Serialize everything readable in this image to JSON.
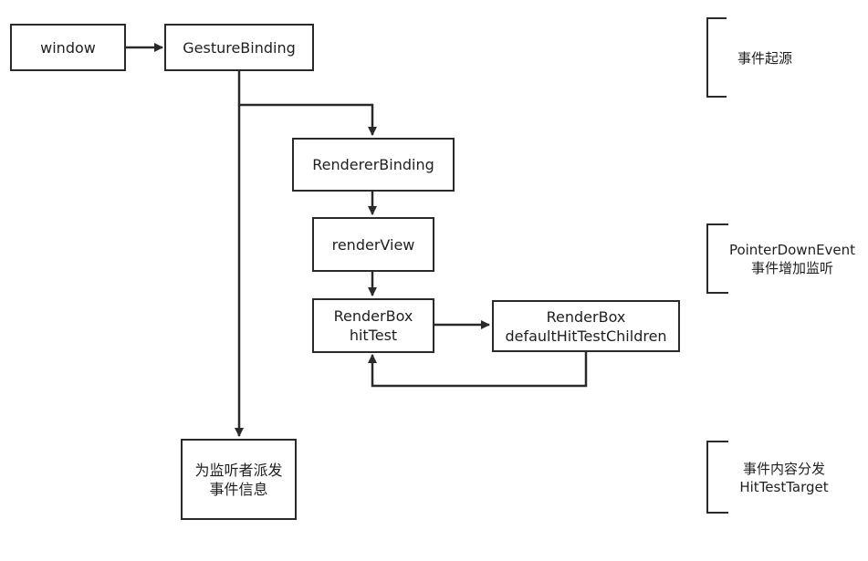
{
  "nodes": {
    "window": {
      "label": "window"
    },
    "gesture_binding": {
      "label": "GestureBinding"
    },
    "renderer_binding": {
      "label": "RendererBinding"
    },
    "render_view": {
      "label": "renderView"
    },
    "renderbox_hittest": {
      "line1": "RenderBox",
      "line2": "hitTest"
    },
    "renderbox_default": {
      "line1": "RenderBox",
      "line2": "defaultHitTestChildren"
    },
    "dispatch": {
      "line1": "为监听者派发",
      "line2": "事件信息"
    }
  },
  "annotations": {
    "event_origin": {
      "text": "事件起源"
    },
    "pointer_down": {
      "line1": "PointerDownEvent",
      "line2": "事件增加监听"
    },
    "content_dispatch": {
      "line1": "事件内容分发",
      "line2": "HitTestTarget"
    }
  },
  "colors": {
    "stroke": "#2a2a2a",
    "background": "#ffffff",
    "text": "#1f1f1f"
  }
}
